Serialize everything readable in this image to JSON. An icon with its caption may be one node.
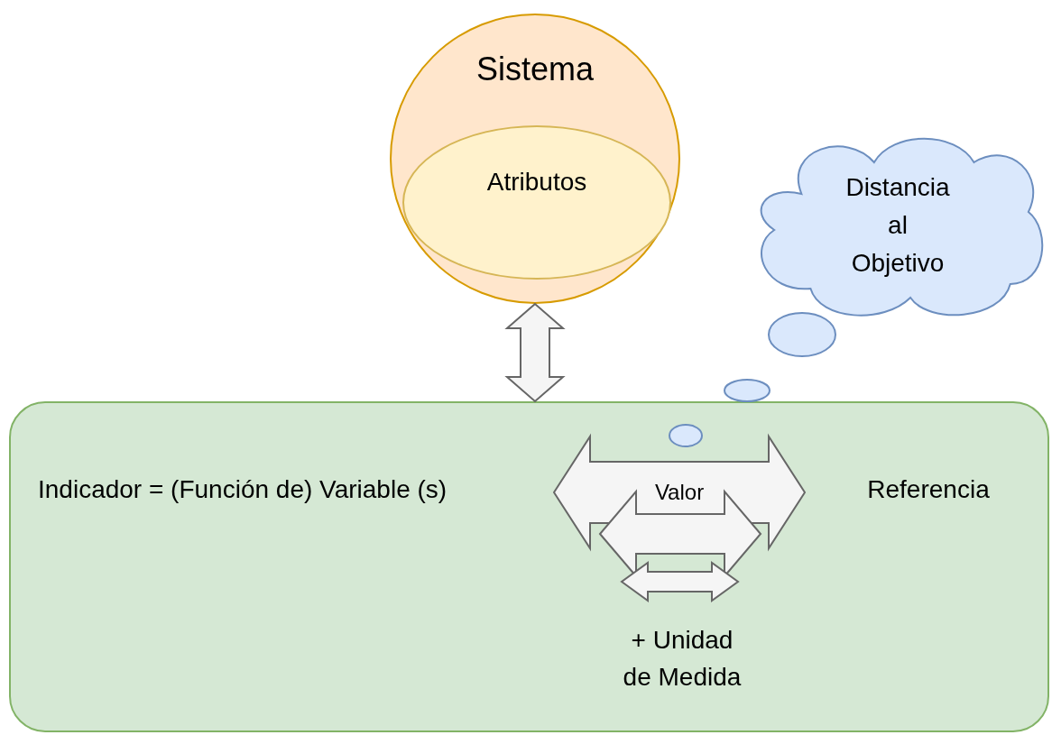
{
  "diagram": {
    "nodes": [
      {
        "text": [
          "Sistema"
        ]
      },
      {
        "text": [
          "Atributos"
        ],
        "in": 0
      },
      {
        "text": [
          "Distancia al Objetivo"
        ]
      },
      {
        "text": [],
        "shape": "box"
      },
      {
        "text": [
          "Indicador = (Función de) Variable (s)"
        ],
        "in": 3
      },
      {
        "text": [
          "Referencia"
        ],
        "in": 3
      },
      {
        "text": [
          "+ Unidad de Medida"
        ],
        "in": 3
      }
    ],
    "edges": [
      {
        "from": 0,
        "to": 3,
        "arrow": "both",
        "style": "thick"
      },
      {
        "from": 4,
        "to": 5,
        "arrow": "both",
        "style": "thick",
        "label": "Valor"
      }
    ]
  }
}
